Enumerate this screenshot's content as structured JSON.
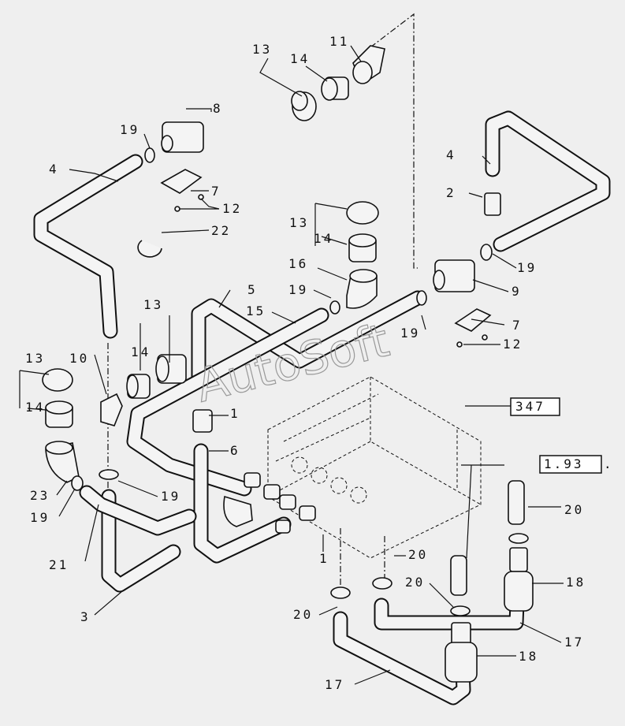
{
  "watermark": "AutoSoft",
  "callouts": {
    "ref_box_1": "347",
    "ref_box_2": "1.93",
    "ref_box_2_trail": ".",
    "l1a": "1",
    "l1b": "1",
    "l2": "2",
    "l3": "3",
    "l4a": "4",
    "l4b": "4",
    "l5": "5",
    "l6": "6",
    "l7a": "7",
    "l7b": "7",
    "l8": "8",
    "l9": "9",
    "l10": "10",
    "l11": "11",
    "l12a": "12",
    "l12b": "12",
    "l13a": "13",
    "l13b": "13",
    "l13c": "13",
    "l13d": "13",
    "l14a": "14",
    "l14b": "14",
    "l14c": "14",
    "l14d": "14",
    "l15": "15",
    "l16": "16",
    "l17a": "17",
    "l17b": "17",
    "l18a": "18",
    "l18b": "18",
    "l19a": "19",
    "l19b": "19",
    "l19c": "19",
    "l19d": "19",
    "l19e": "19",
    "l19f": "19",
    "l20a": "20",
    "l20b": "20",
    "l20c": "20",
    "l20d": "20",
    "l21": "21",
    "l22": "22",
    "l23": "23"
  }
}
